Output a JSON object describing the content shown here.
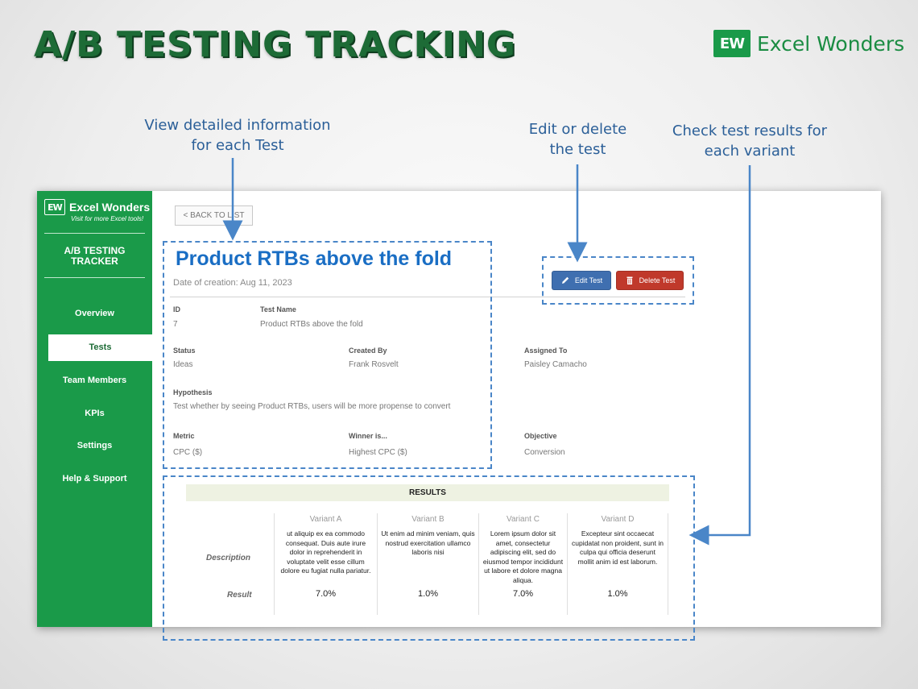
{
  "page": {
    "headline": "A/B TESTING TRACKING",
    "brand_badge": "EW",
    "brand_name": "Excel Wonders"
  },
  "callouts": {
    "details": [
      "View detailed information",
      "for each Test"
    ],
    "edit": [
      "Edit or delete",
      "the test"
    ],
    "results": [
      "Check test results for",
      "each variant"
    ]
  },
  "sidebar": {
    "badge": "EW",
    "brand": "Excel Wonders",
    "tagline": "Visit for more Excel tools!",
    "title": [
      "A/B TESTING",
      "TRACKER"
    ],
    "items": [
      {
        "label": "Overview"
      },
      {
        "label": "Tests",
        "active": true
      },
      {
        "label": "Team Members"
      },
      {
        "label": "KPIs"
      },
      {
        "label": "Settings"
      },
      {
        "label": "Help & Support"
      }
    ]
  },
  "detail": {
    "back_label": "<  BACK TO LIST",
    "title": "Product RTBs above the fold",
    "date": "Date of creation: Aug 11, 2023",
    "edit_label": "Edit Test",
    "delete_label": "Delete Test",
    "id_label": "ID",
    "id_value": "7",
    "name_label": "Test Name",
    "name_value": "Product RTBs above the fold",
    "status_label": "Status",
    "status_value": "Ideas",
    "created_label": "Created By",
    "created_value": "Frank Rosvelt",
    "assigned_label": "Assigned To",
    "assigned_value": "Paisley Camacho",
    "hypothesis_label": "Hypothesis",
    "hypothesis_value": "Test whether by seeing Product RTBs, users will be more propense to convert",
    "metric_label": "Metric",
    "metric_value": "CPC ($)",
    "winner_label": "Winner is...",
    "winner_value": "Highest CPC ($)",
    "objective_label": "Objective",
    "objective_value": "Conversion"
  },
  "results": {
    "header": "RESULTS",
    "description_label": "Description",
    "result_label": "Result",
    "variants": [
      {
        "name": "Variant A",
        "description": "ut aliquip ex ea commodo consequat. Duis aute irure dolor in reprehenderit in voluptate velit esse cillum dolore eu fugiat nulla pariatur.",
        "result": "7.0%"
      },
      {
        "name": "Variant B",
        "description": "Ut enim ad minim veniam, quis nostrud exercitation ullamco laboris nisi",
        "result": "1.0%"
      },
      {
        "name": "Variant C",
        "description": "Lorem ipsum dolor sit amet, consectetur adipiscing elit, sed do eiusmod tempor incididunt ut labore et dolore magna aliqua.",
        "result": "7.0%"
      },
      {
        "name": "Variant D",
        "description": "Excepteur sint occaecat cupidatat non proident, sunt in culpa qui officia deserunt mollit anim id est laborum.",
        "result": "1.0%"
      }
    ]
  },
  "colors": {
    "brand_green": "#1a9a49",
    "title_blue": "#1a6ec4",
    "callout_blue": "#4a86c8",
    "edit_blue": "#3f6fb0",
    "delete_red": "#c0392b"
  },
  "icons": {
    "edit": "pencil-icon",
    "delete": "trash-icon"
  }
}
